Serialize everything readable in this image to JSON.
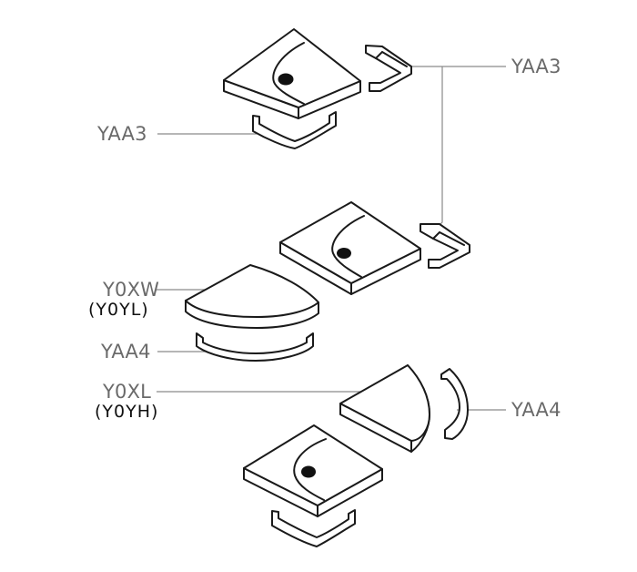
{
  "labels": {
    "top_right_cap": "YAA3",
    "top_left_cap": "YAA3",
    "quarter_top_code": "Y0XW",
    "quarter_top_alt": "(Y0YL)",
    "quarter_top_cap": "YAA4",
    "quarter_bottom_code": "Y0XL",
    "quarter_bottom_alt": "(Y0YH)",
    "quarter_bottom_cap": "YAA4"
  }
}
